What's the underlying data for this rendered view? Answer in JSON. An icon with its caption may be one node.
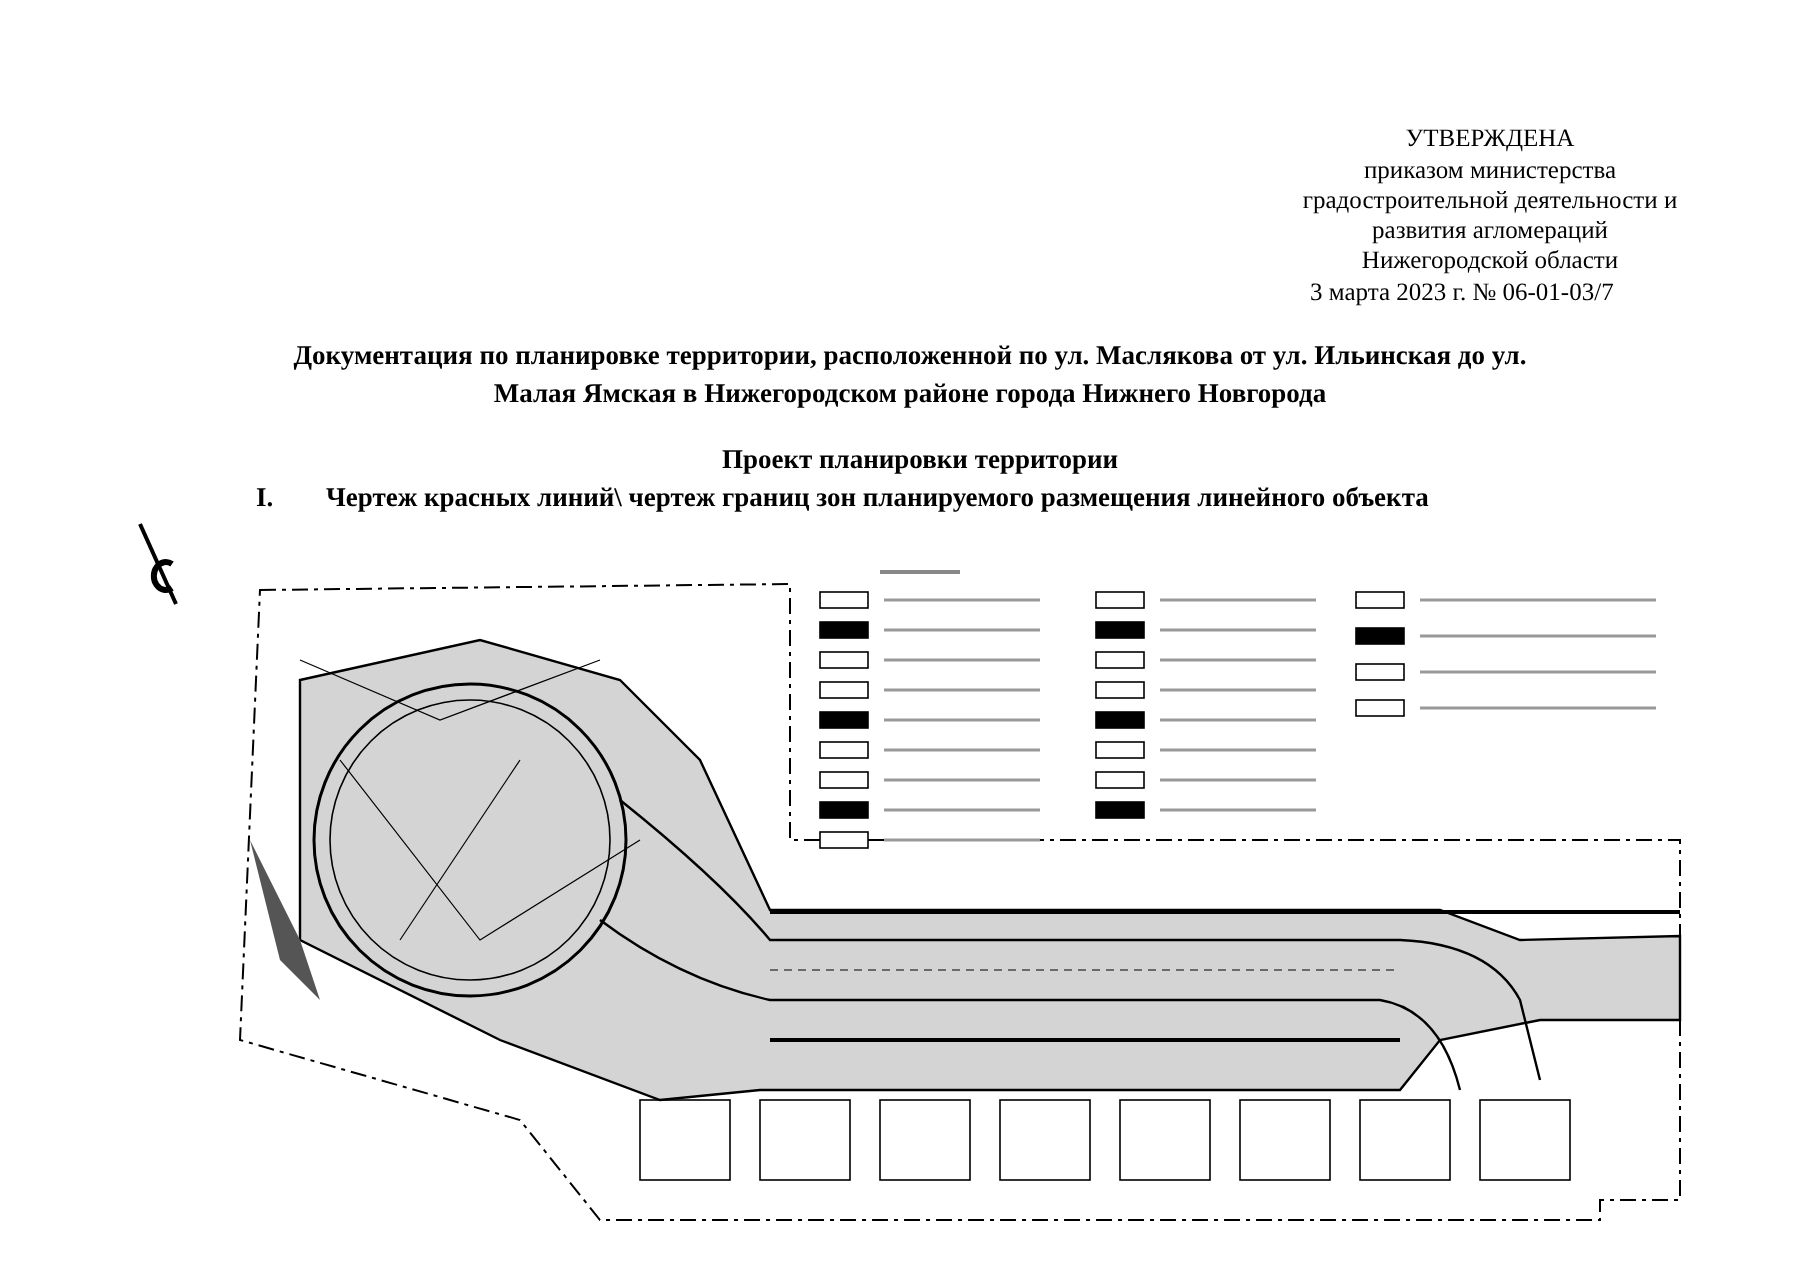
{
  "diagram": {
    "title": "Документация по планировке территории, расположенной по ул. Маслякова от ул. Ильинская до ул. Малая Ямская в Нижегородском районе города Нижнего Новгорода",
    "labels": [
      "УТВЕРЖДЕНА",
      "приказом министерства градостроительной деятельности и развития агломераций Нижегородской области",
      "3 марта 2023 г. № 06-01-03/7",
      "Проект планировки территории",
      "I.",
      "Чертеж красных линий\\ чертеж границ зон планируемого размещения линейного объекта"
    ]
  }
}
